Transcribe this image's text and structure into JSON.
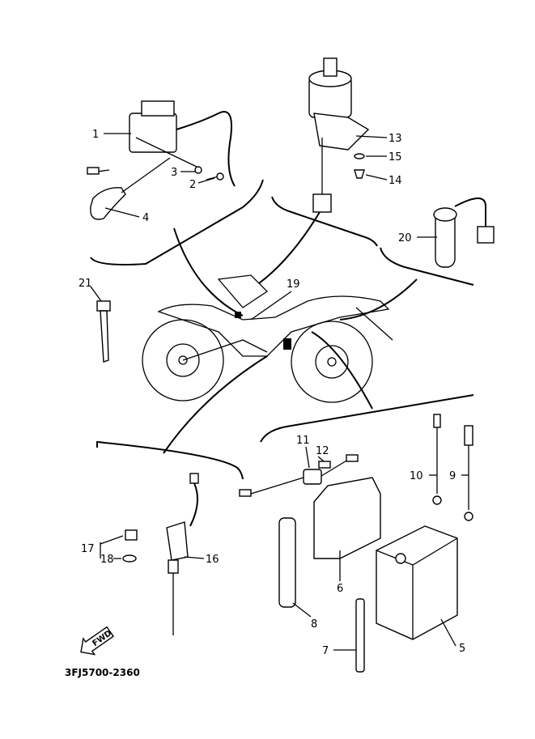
{
  "diagram": {
    "part_labels": [
      "1",
      "2",
      "3",
      "4",
      "5",
      "6",
      "7",
      "8",
      "9",
      "10",
      "11",
      "12",
      "13",
      "14",
      "15",
      "16",
      "17",
      "18",
      "19",
      "20",
      "21"
    ],
    "fwd_label": "FWD",
    "diagram_code": "3FJ5700-2360"
  }
}
